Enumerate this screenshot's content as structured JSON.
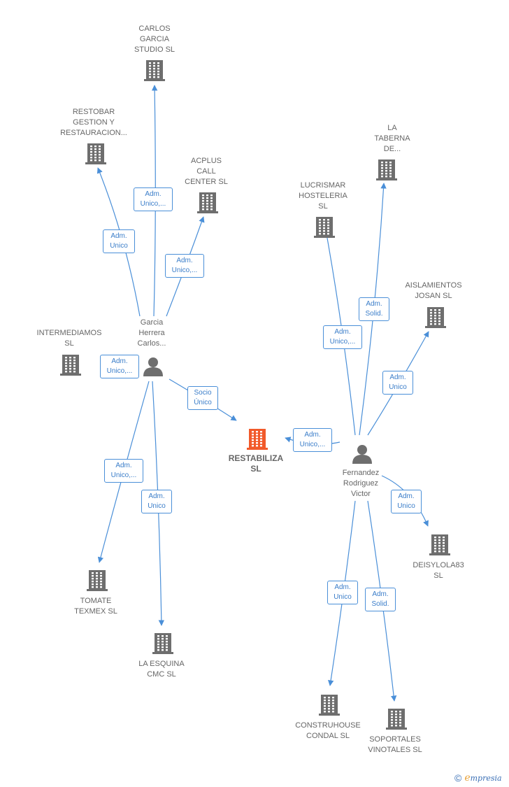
{
  "colors": {
    "edge": "#4a8fd8",
    "building": "#6e6e6e",
    "building_main": "#f15a2b",
    "person": "#6e6e6e"
  },
  "nodes": [
    {
      "id": "carlos_studio",
      "label": "CARLOS\nGARCIA\nSTUDIO  SL",
      "type": "company",
      "icon": "building-icon"
    },
    {
      "id": "restobar",
      "label": "RESTOBAR\nGESTION Y\nRESTAURACION...",
      "type": "company",
      "icon": "building-icon"
    },
    {
      "id": "acplus",
      "label": "ACPLUS\nCALL\nCENTER SL",
      "type": "company",
      "icon": "building-icon"
    },
    {
      "id": "intermediamos",
      "label": "INTERMEDIAMOS\nSL",
      "type": "company",
      "icon": "building-icon"
    },
    {
      "id": "garcia",
      "label": "Garcia\nHerrera\nCarlos...",
      "type": "person",
      "icon": "person-icon"
    },
    {
      "id": "restabiliza",
      "label": "RESTABILIZA\nSL",
      "type": "main",
      "icon": "building-icon"
    },
    {
      "id": "tomate",
      "label": "TOMATE\nTEXMEX  SL",
      "type": "company",
      "icon": "building-icon"
    },
    {
      "id": "esquina",
      "label": "LA ESQUINA\nCMC SL",
      "type": "company",
      "icon": "building-icon"
    },
    {
      "id": "taberna",
      "label": "LA\nTABERNA\nDE...",
      "type": "company",
      "icon": "building-icon"
    },
    {
      "id": "lucrismar",
      "label": "LUCRISMAR\nHOSTELERIA\nSL",
      "type": "company",
      "icon": "building-icon"
    },
    {
      "id": "aislamientos",
      "label": "AISLAMIENTOS\nJOSAN SL",
      "type": "company",
      "icon": "building-icon"
    },
    {
      "id": "fernandez",
      "label": "Fernandez\nRodriguez\nVictor",
      "type": "person",
      "icon": "person-icon"
    },
    {
      "id": "deisylola",
      "label": "DEISYLOLA83\nSL",
      "type": "company",
      "icon": "building-icon"
    },
    {
      "id": "construhouse",
      "label": "CONSTRUHOUSE\nCONDAL  SL",
      "type": "company",
      "icon": "building-icon"
    },
    {
      "id": "soportales",
      "label": "SOPORTALES\nVINOTALES  SL",
      "type": "company",
      "icon": "building-icon"
    }
  ],
  "edges": [
    {
      "from": "garcia",
      "to": "carlos_studio",
      "label": "Adm.\nUnico,..."
    },
    {
      "from": "garcia",
      "to": "restobar",
      "label": "Adm.\nUnico"
    },
    {
      "from": "garcia",
      "to": "acplus",
      "label": "Adm.\nUnico,..."
    },
    {
      "from": "garcia",
      "to": "intermediamos",
      "label": "Adm.\nUnico,..."
    },
    {
      "from": "garcia",
      "to": "restabiliza",
      "label": "Socio\nÚnico"
    },
    {
      "from": "garcia",
      "to": "tomate",
      "label": "Adm.\nUnico,..."
    },
    {
      "from": "garcia",
      "to": "esquina",
      "label": "Adm.\nUnico"
    },
    {
      "from": "fernandez",
      "to": "taberna",
      "label": "Adm.\nSolid."
    },
    {
      "from": "fernandez",
      "to": "lucrismar",
      "label": "Adm.\nUnico,..."
    },
    {
      "from": "fernandez",
      "to": "aislamientos",
      "label": "Adm.\nUnico"
    },
    {
      "from": "fernandez",
      "to": "restabiliza",
      "label": "Adm.\nUnico,..."
    },
    {
      "from": "fernandez",
      "to": "deisylola",
      "label": "Adm.\nUnico"
    },
    {
      "from": "fernandez",
      "to": "construhouse",
      "label": "Adm.\nUnico"
    },
    {
      "from": "fernandez",
      "to": "soportales",
      "label": "Adm.\nSolid."
    }
  ],
  "footer": {
    "copyright": "©",
    "brand_initial": "e",
    "brand_rest": "mpresia"
  }
}
